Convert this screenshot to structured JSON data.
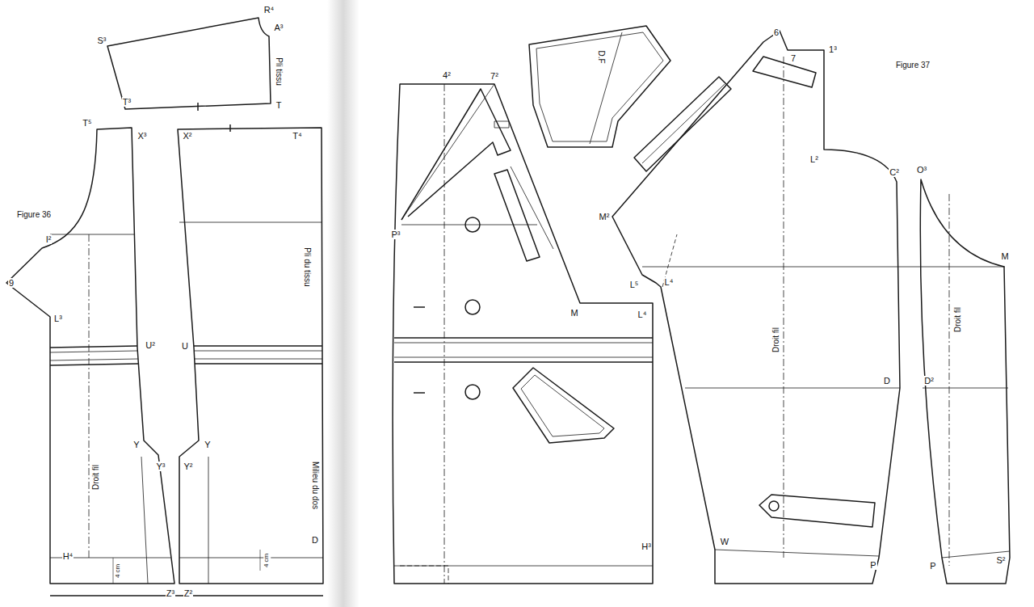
{
  "diagram": {
    "labels": [
      "R⁴",
      "S³",
      "A³",
      "Pli tissu",
      "T³",
      "T",
      "T⁵",
      "X³",
      "X²",
      "T⁴",
      "Figure 36",
      "I²",
      "9",
      "L³",
      "U²",
      "U",
      "Pli du tissu",
      "Y",
      "Y",
      "Y³",
      "Y²",
      "Droit fil",
      "Milieu du dos",
      "H⁴",
      "D",
      "4 cm",
      "4 cm",
      "Z³",
      "Z²",
      "4²",
      "7²",
      "D.F",
      "6",
      "7",
      "1³",
      "Figure 37",
      "L²",
      "C²",
      "O³",
      "M²",
      "P³",
      "M",
      "L⁵",
      "L⁴",
      "M",
      "L⁴",
      "Droit fil",
      "Droit fil",
      "D",
      "D²",
      "H³",
      "W",
      "P",
      "P",
      "S²"
    ]
  }
}
